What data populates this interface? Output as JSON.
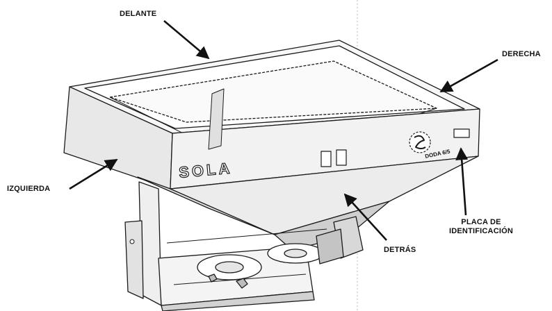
{
  "labels": {
    "front": "DELANTE",
    "right": "DERECHA",
    "left": "IZQUIERDA",
    "back": "DETRÁS",
    "plate_line1": "PLACA DE",
    "plate_line2": "IDENTIFICACIÓN"
  },
  "machine": {
    "brand": "SOLA",
    "model": "DODA 6/5"
  },
  "colors": {
    "line": "#1a1a1a",
    "fill": "#ffffff",
    "shade": "#d9d9d9",
    "dark": "#6b6b6b"
  }
}
